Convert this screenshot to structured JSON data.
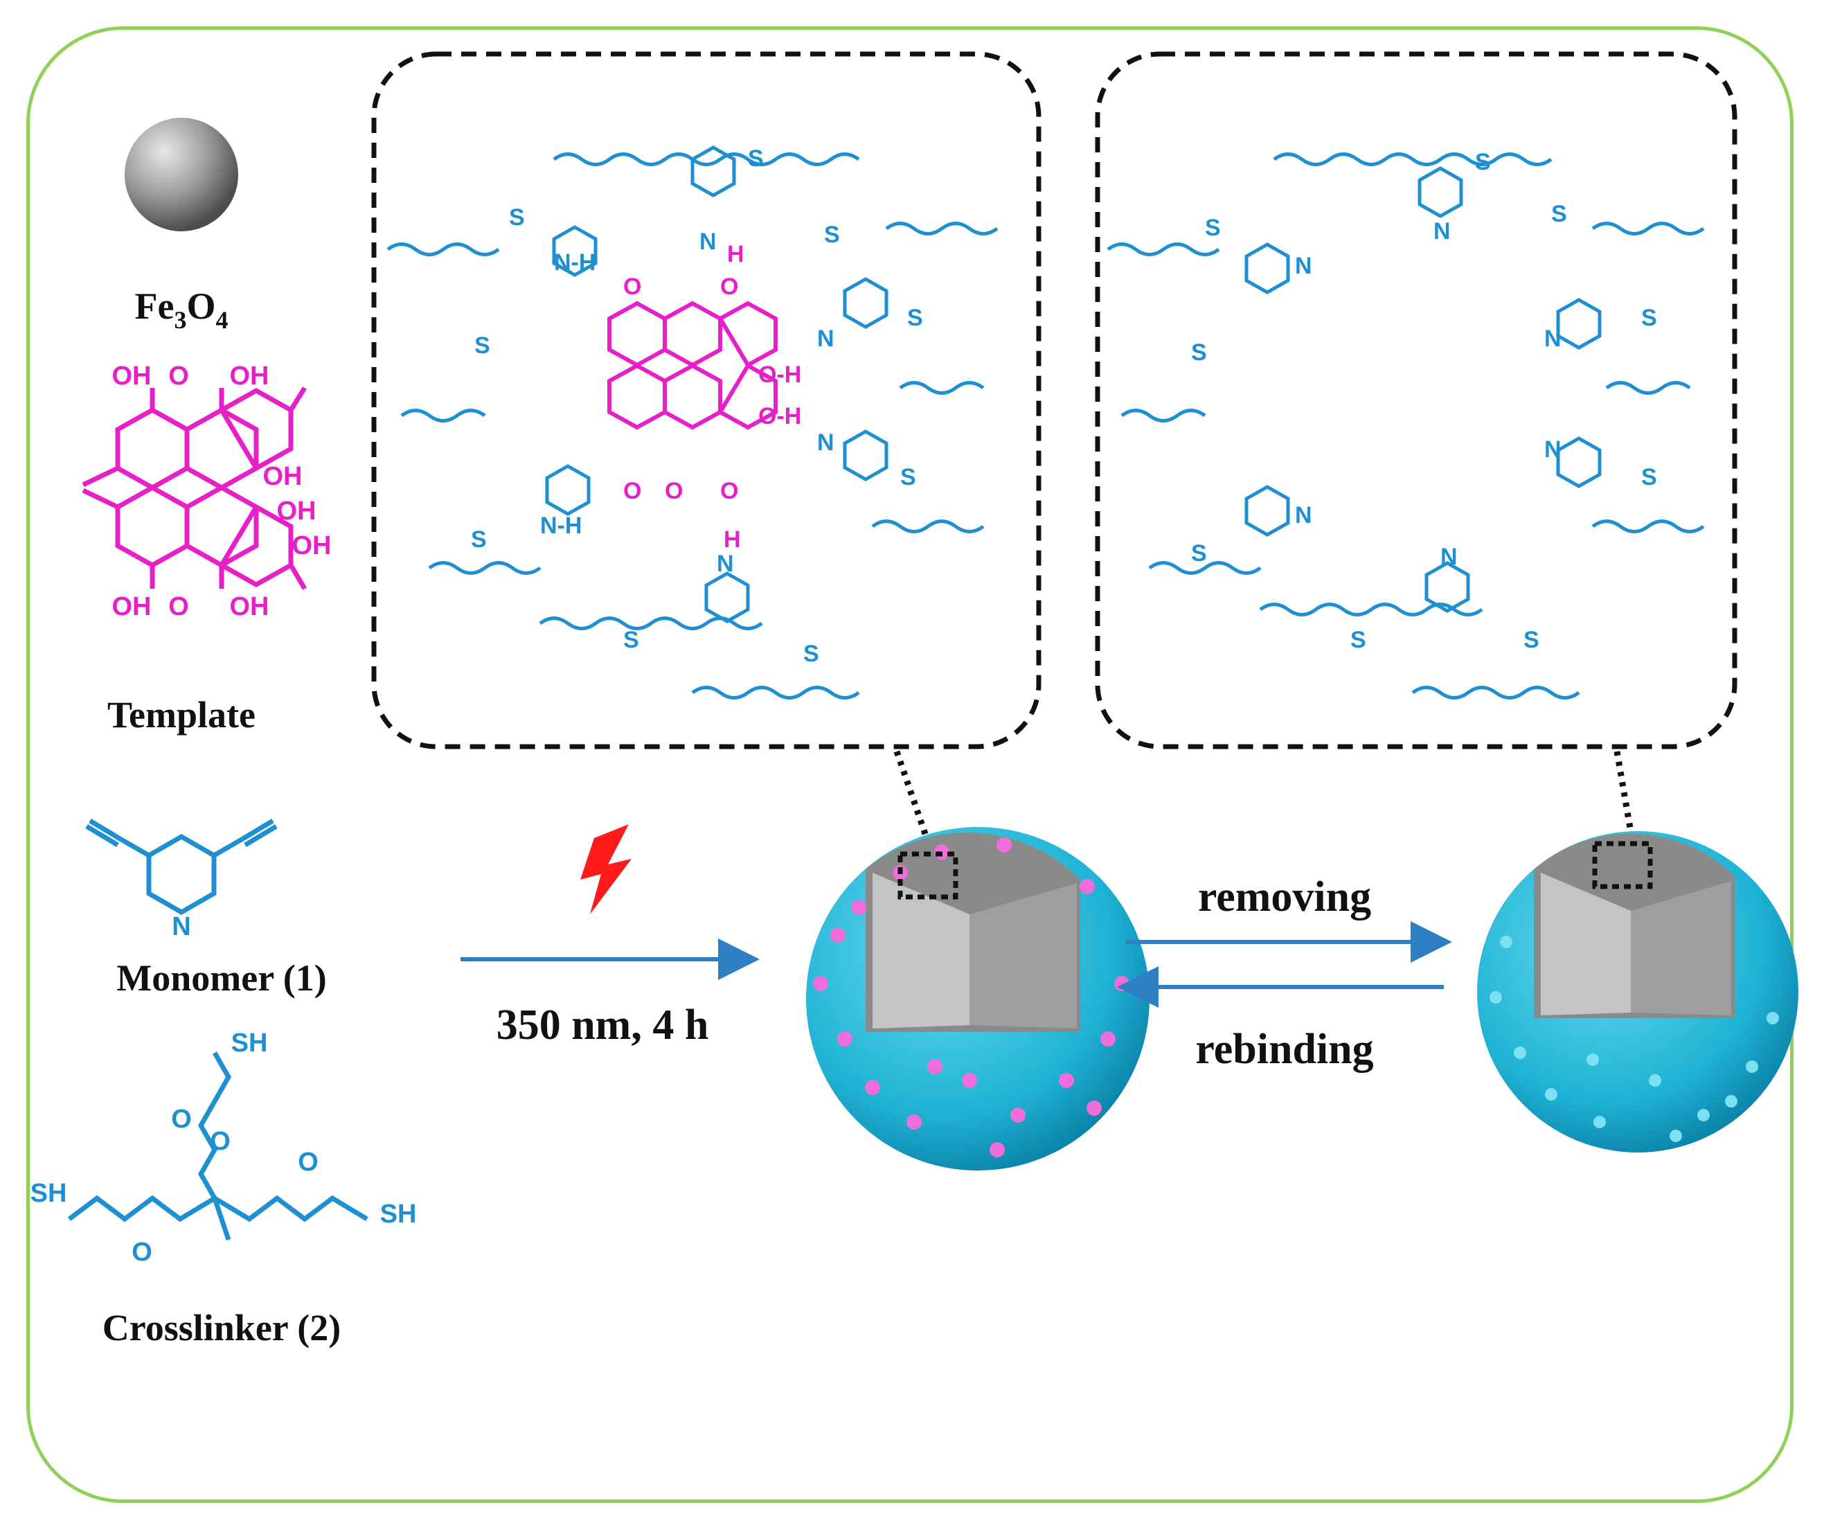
{
  "legend": {
    "fe3o4": {
      "base": "Fe",
      "sub1": "3",
      "mid": "O",
      "sub2": "4"
    },
    "template_label": "Template",
    "monomer_label": "Monomer (1)",
    "crosslinker_label": "Crosslinker (2)"
  },
  "template_atoms": {
    "oh": "OH",
    "o": "O"
  },
  "crosslinker_atoms": {
    "sh": "SH",
    "o": "O"
  },
  "monomer_atoms": {
    "n": "N"
  },
  "reaction": {
    "condition": "350 nm, 4 h"
  },
  "equilibrium": {
    "forward": "removing",
    "reverse": "rebinding"
  },
  "zoom_left_atoms": {
    "s": "S",
    "n": "N",
    "nh": "N-H",
    "h": "H",
    "o": "O",
    "oh": "O-H"
  },
  "zoom_right_atoms": {
    "s": "S",
    "n": "N"
  },
  "colors": {
    "frame": "#8fd05a",
    "polymer": "#1e8fd0",
    "template": "#e620c6",
    "particle_shell": "#29b7d6",
    "core": "#9a9a9a",
    "arrow": "#2e7fc4",
    "light": "#ff1a1a"
  },
  "icons": [
    "light-bolt-icon",
    "zoom-dotted-box-icon"
  ]
}
